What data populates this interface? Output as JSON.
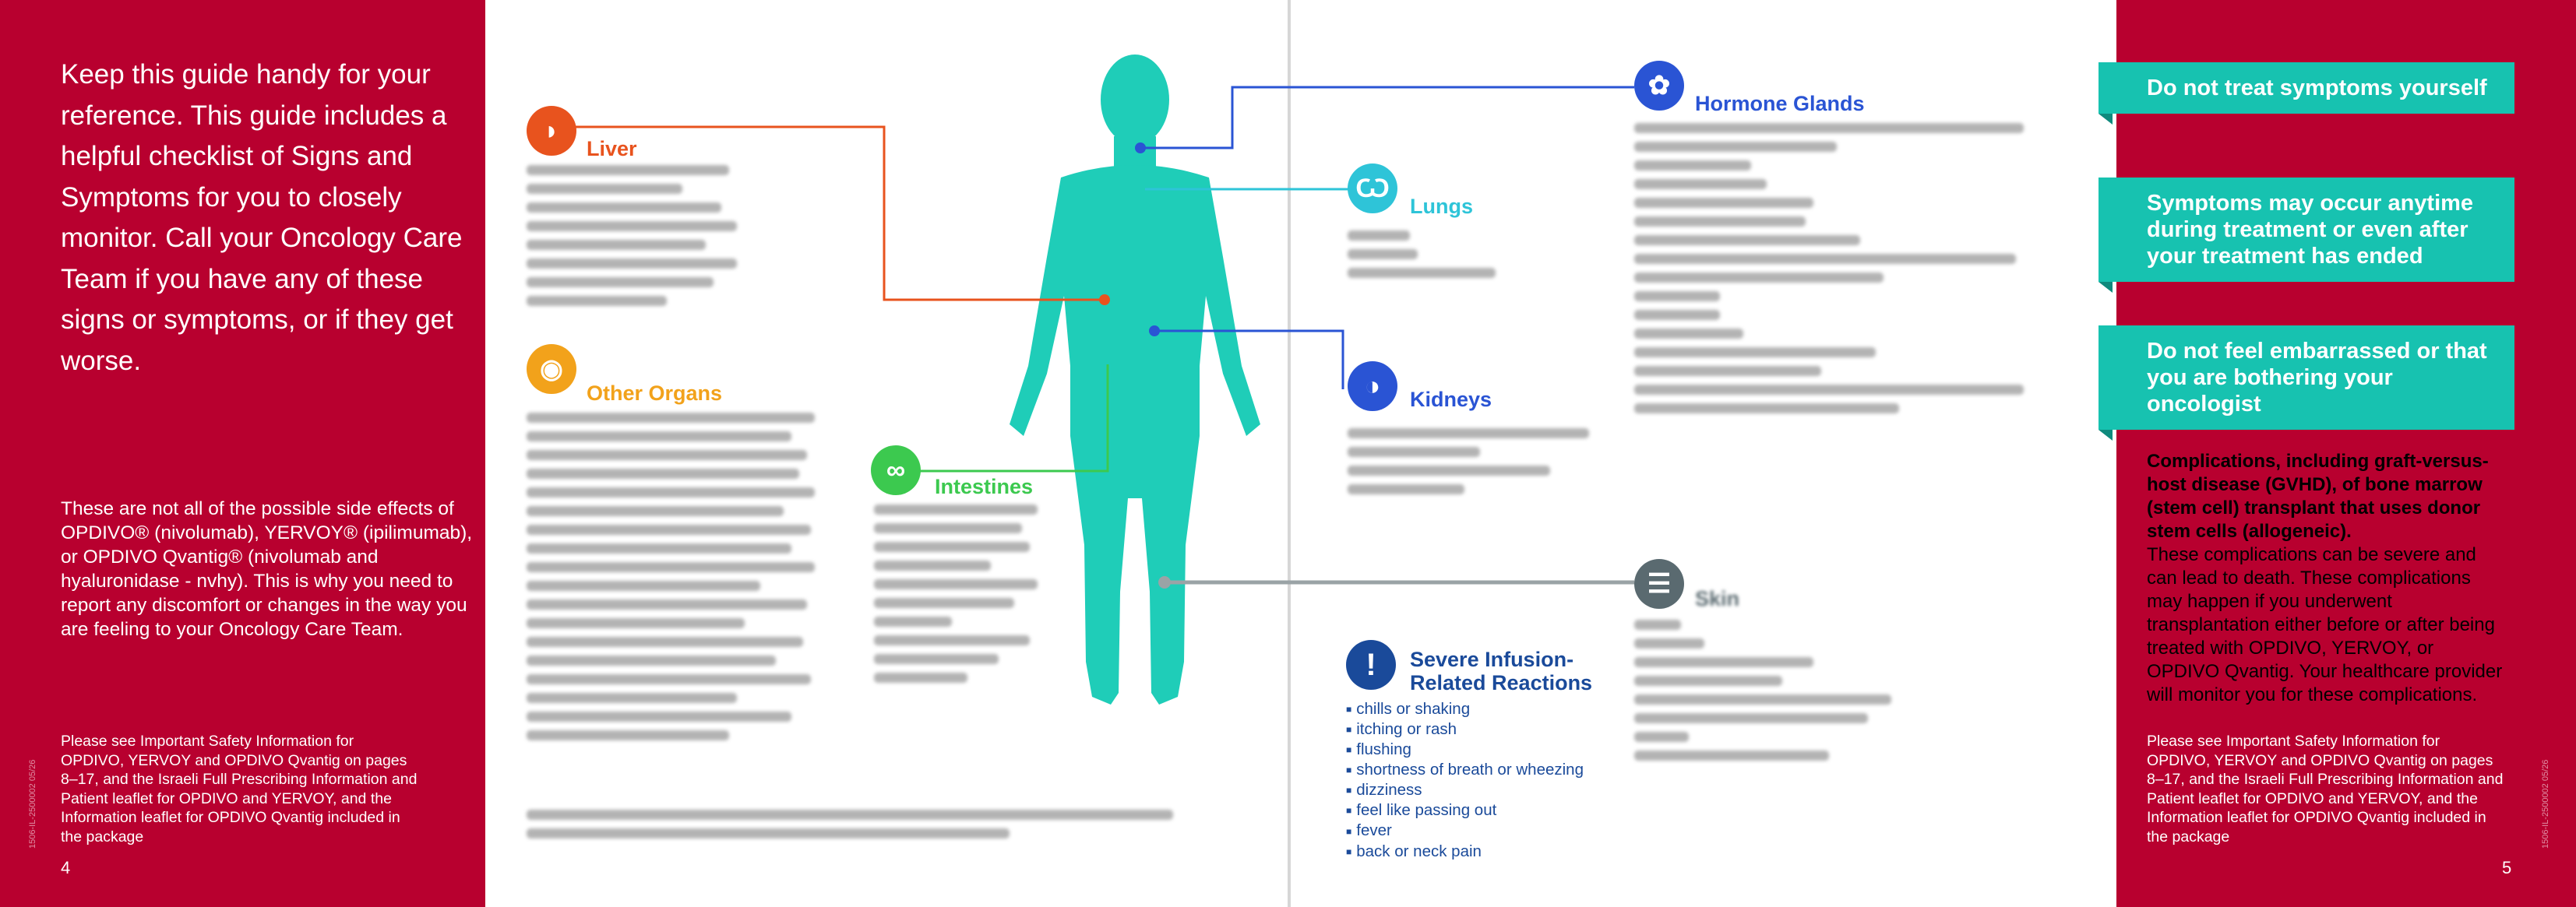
{
  "left_panel": {
    "intro": "Keep this guide handy for your reference. This guide includes a helpful checklist of Signs and Symptoms for you to closely monitor. Call your Oncology Care Team if you have any of these signs or symptoms, or if they get worse.",
    "disclaimer": "These are not all of the possible side effects of OPDIVO® (nivolumab), YERVOY® (ipilimumab), or OPDIVO Qvantig® (nivolumab and hyaluronidase - nvhy). This is why you need to report any discomfort or changes in the way you are feeling to your Oncology Care Team.",
    "safety": "Please see Important Safety Information for OPDIVO, YERVOY and OPDIVO Qvantig on pages 8–17, and the Israeli Full Prescribing Information and Patient leaflet for OPDIVO and YERVOY, and the Information leaflet for OPDIVO Qvantig included in the package",
    "page_number": "4",
    "code": "1506-IL-2500002 05/26"
  },
  "sections": {
    "liver": {
      "title": "Liver",
      "icon": "liver-icon",
      "color": "#e8531e"
    },
    "other_organs": {
      "title": "Other Organs",
      "icon": "organs-icon",
      "color": "#f2a21b"
    },
    "intestines": {
      "title": "Intestines",
      "icon": "intestine-icon",
      "color": "#3cc94f"
    },
    "lungs": {
      "title": "Lungs",
      "icon": "lungs-icon",
      "color": "#2ec4d8"
    },
    "kidneys": {
      "title": "Kidneys",
      "icon": "kidney-icon",
      "color": "#2a54d4"
    },
    "hormone": {
      "title": "Hormone Glands",
      "icon": "thyroid-icon",
      "color": "#2a54d4"
    },
    "skin": {
      "title": "Skin",
      "icon": "skin-icon",
      "color": "#5a6a70"
    },
    "infusion": {
      "title_line1": "Severe Infusion-",
      "title_line2": "Related Reactions",
      "icon": "alert-icon",
      "color": "#1a4a9a",
      "items": [
        "chills or shaking",
        "itching or rash",
        "flushing",
        "shortness of breath or wheezing",
        "dizziness",
        "feel like passing out",
        "fever",
        "back or neck pain"
      ]
    }
  },
  "right_panel": {
    "box1": "Do not treat symptoms yourself",
    "box2": "Symptoms may occur anytime during treatment or even after your treatment has ended",
    "box3": "Do not feel embarrassed or that you are bothering your oncologist",
    "gvhd_bold": "Complications, including graft-versus-host disease (GVHD), of bone marrow (stem cell) transplant that uses donor stem cells (allogeneic).",
    "gvhd_text": "These complications can be severe and can lead to death. These complications may happen if you underwent transplantation either before or after being treated with OPDIVO, YERVOY, or OPDIVO Qvantig. Your healthcare provider will monitor you for these complications.",
    "safety": "Please see Important Safety Information for OPDIVO, YERVOY and OPDIVO Qvantig on pages 8–17, and the Israeli Full Prescribing Information and Patient leaflet for OPDIVO and YERVOY, and the Information leaflet for OPDIVO Qvantig included in the package",
    "page_number": "5",
    "code": "1506-IL-2500002 05/26"
  },
  "colors": {
    "brand_red": "#b8002f",
    "teal": "#17c2b0",
    "body_teal": "#1fcdb8"
  }
}
